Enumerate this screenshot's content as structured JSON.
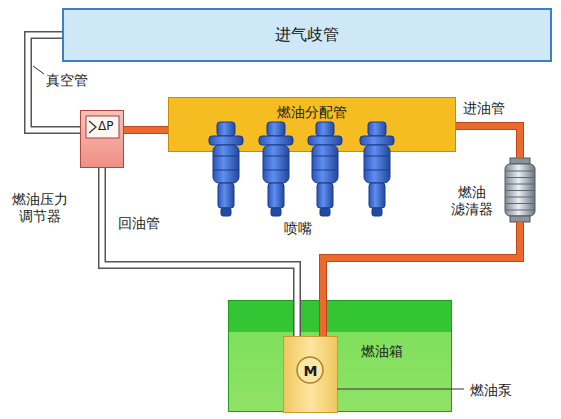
{
  "diagram": {
    "nodes": [
      {
        "text": [
          "进气歧管"
        ]
      },
      {
        "text": [
          "ΔP",
          "燃油压力 调节器"
        ]
      },
      {
        "text": [
          "燃油分配管"
        ]
      },
      {
        "text": [
          "燃油 滤清器"
        ]
      },
      {
        "text": [
          "燃油箱"
        ]
      },
      {
        "text": [
          "M",
          "燃油泵"
        ],
        "in": 4
      }
    ],
    "edges": [
      {
        "from": 0,
        "to": 1,
        "arrow": "none"
      },
      {
        "from": 1,
        "to": 2,
        "arrow": "none"
      },
      {
        "from": 1,
        "to": 5,
        "arrow": "none"
      },
      {
        "from": 5,
        "to": 3,
        "arrow": "none"
      },
      {
        "from": 3,
        "to": 2,
        "arrow": "none"
      }
    ],
    "labels": [
      "真空管",
      "进油管",
      "回油管",
      "喷嘴"
    ]
  }
}
